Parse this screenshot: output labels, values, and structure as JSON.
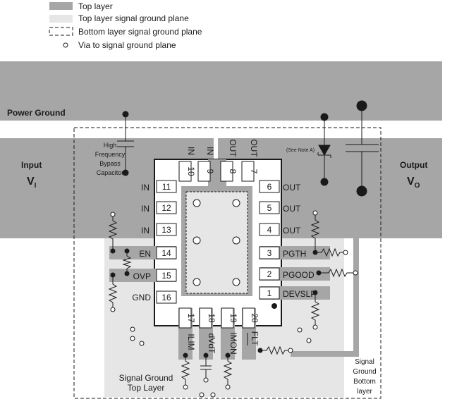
{
  "legend": {
    "top_layer": "Top layer",
    "top_layer_signal_ground": "Top layer signal ground plane",
    "bottom_layer_signal_ground": "Bottom layer signal ground plane",
    "via": "Via to signal ground plane"
  },
  "labels": {
    "power_ground": "Power Ground",
    "input": "Input",
    "vi_main": "V",
    "vi_sub": "I",
    "output": "Output",
    "vo_main": "V",
    "vo_sub": "O",
    "cap_line1": "High",
    "cap_line2": "Frequency",
    "cap_line3": "Bypass",
    "cap_line4": "Capacitor",
    "note": "(See Note A)",
    "sg_top_line1": "Signal Ground",
    "sg_top_line2": "Top Layer",
    "sg_bot_line1": "Signal",
    "sg_bot_line2": "Ground",
    "sg_bot_line3": "Bottom",
    "sg_bot_line4": "layer"
  },
  "pins": {
    "p1": {
      "num": "1",
      "label": "DEVSLP"
    },
    "p2": {
      "num": "2",
      "label": "PGOOD"
    },
    "p3": {
      "num": "3",
      "label": "PGTH"
    },
    "p4": {
      "num": "4",
      "label": "OUT"
    },
    "p5": {
      "num": "5",
      "label": "OUT"
    },
    "p6": {
      "num": "6",
      "label": "OUT"
    },
    "p7": {
      "num": "7",
      "label": "OUT"
    },
    "p8": {
      "num": "8",
      "label": "OUT"
    },
    "p9": {
      "num": "9",
      "label": "IN"
    },
    "p10": {
      "num": "10",
      "label": "IN"
    },
    "p11": {
      "num": "11",
      "label": "IN"
    },
    "p12": {
      "num": "12",
      "label": "IN"
    },
    "p13": {
      "num": "13",
      "label": "IN"
    },
    "p14": {
      "num": "14",
      "label": "EN"
    },
    "p15": {
      "num": "15",
      "label": "OVP"
    },
    "p16": {
      "num": "16",
      "label": "GND"
    },
    "p17": {
      "num": "17",
      "label": "ILIM"
    },
    "p18": {
      "num": "18",
      "label": "dVdT"
    },
    "p19": {
      "num": "19",
      "label": "IMON"
    },
    "p20": {
      "num": "20",
      "label": "FLT"
    }
  },
  "colors": {
    "top_layer": "#a6a6a6",
    "signal_ground_top": "#e6e6e6",
    "ink": "#1a1a1a"
  }
}
